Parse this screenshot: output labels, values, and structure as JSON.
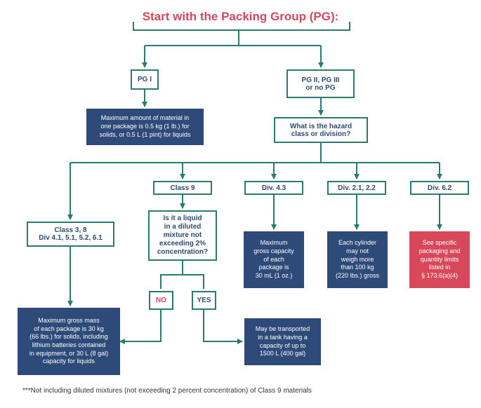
{
  "title": "Start with the Packing Group (PG):",
  "nodes": {
    "pg1": "PG I",
    "pg1_result": "Maximum amount of material in\none package is 0.5 kg (1 lb.) for\nsolids, or 0.5 L (1 pint) for liquids",
    "pg2": "PG II, PG III\nor no PG",
    "hazard_question": "What is the hazard\nclass or division?",
    "class3": "Class 3, 8\nDiv 4.1, 5.1, 5.2, 6.1",
    "class3_result": "Maximum gross mass\nof each package is 30 kg\n(66 lbs.) for solids, including\nlithium batteries contained\nin equipment, or 30 L (8 gal)\ncapacity for liquids",
    "class9": "Class 9",
    "class9_question": "Is it a liquid\nin a diluted\nmixture not\nexceeding 2%\nconcentration?",
    "no": "NO",
    "yes": "YES",
    "yes_result": "May be transported\nin a tank having a\ncapacity of up to\n1500 L (400 gal)",
    "div43": "Div. 4.3",
    "div43_result": "Maximum\ngross capacity\nof each\npackage is\n30 mL (1 oz.)",
    "div21": "Div. 2.1,  2.2",
    "div21_result": "Each cylinder\nmay not\nweigh more\nthan 100 kg\n(220 lbs.) gross",
    "div62": "Div. 6.2",
    "div62_result": "See specific\npackaging and\nquantity limits\nlisted in\n§ 173.6(a)(4)"
  },
  "footnote": "***Not including diluted mixtures (not exceeding 2 percent concentration) of Class 9 materials",
  "colors": {
    "connector": "#2a7b6f",
    "outline_text": "#2b4a72",
    "dark_box": "#2e4a78",
    "red_accent": "#d6485a"
  }
}
